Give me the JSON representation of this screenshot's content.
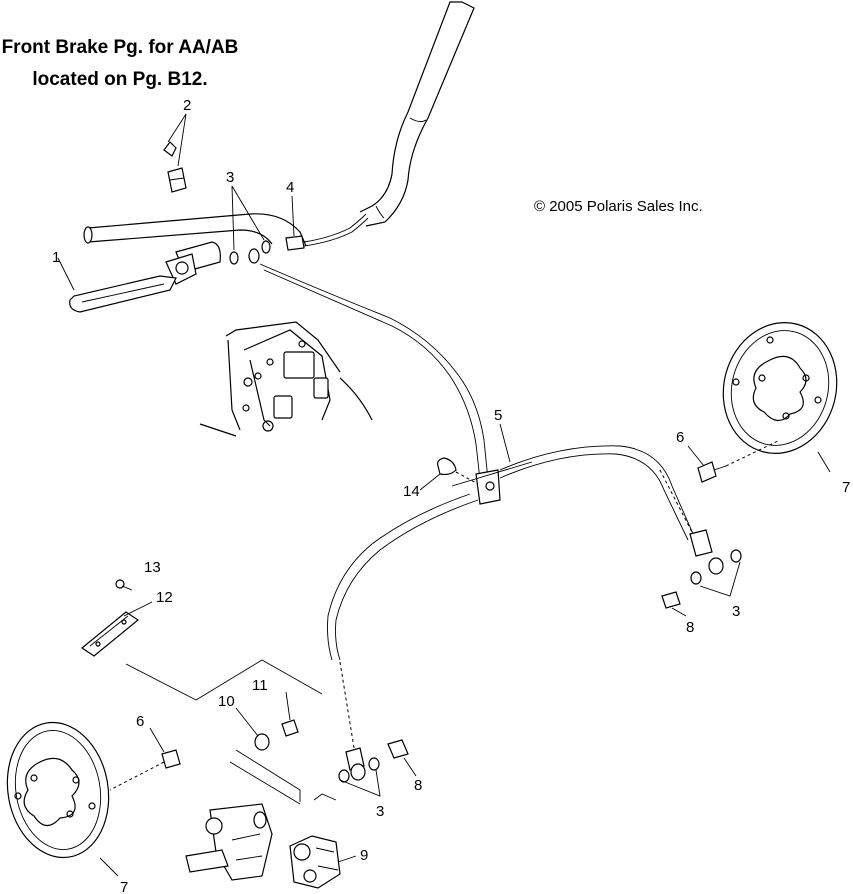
{
  "note": {
    "line1": "Front Brake Pg. for AA/AB",
    "line2": "located on Pg. B12."
  },
  "copyright": "© 2005 Polaris Sales Inc.",
  "callouts": {
    "c1": "1",
    "c2": "2",
    "c3a": "3",
    "c4": "4",
    "c5": "5",
    "c6a": "6",
    "c7a": "7",
    "c14": "14",
    "c3b": "3",
    "c8a": "8",
    "c13": "13",
    "c12": "12",
    "c11": "11",
    "c10": "10",
    "c6b": "6",
    "c8b": "8",
    "c3c": "3",
    "c9": "9",
    "c7b": "7"
  }
}
